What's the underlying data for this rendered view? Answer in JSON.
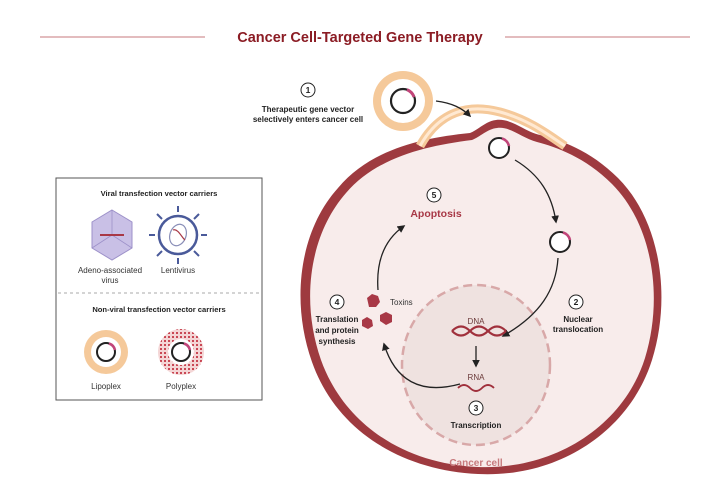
{
  "title": "Cancer Cell-Targeted Gene Therapy",
  "steps": [
    {
      "number": "1",
      "lines": [
        "Therapeutic gene vector",
        "selectively enters cancer cell"
      ]
    },
    {
      "number": "2",
      "lines": [
        "Nuclear",
        "translocation"
      ]
    },
    {
      "number": "3",
      "lines": [
        "Transcription"
      ]
    },
    {
      "number": "4",
      "lines": [
        "Translation",
        "and protein",
        "synthesis"
      ]
    },
    {
      "number": "5",
      "lines": []
    }
  ],
  "labels": {
    "apoptosis": "Apoptosis",
    "toxins": "Toxins",
    "dna": "DNA",
    "rna": "RNA",
    "cancer_cell": "Cancer cell"
  },
  "legend": {
    "viral_heading": "Viral transfection vector carriers",
    "aav_lines": [
      "Adeno-associated",
      "virus"
    ],
    "lentivirus": "Lentivirus",
    "nonviral_heading": "Non-viral transfection vector carriers",
    "lipoplex": "Lipoplex",
    "polyplex": "Polyplex"
  },
  "colors": {
    "title": "#8b1c24",
    "cell_membrane": "#9e3a3f",
    "cytoplasm": "#f8eceb",
    "nucleus": "#efe2e0",
    "vector_ring": "#f5c99a",
    "plasmid_accent": "#c2457a",
    "toxin": "#a83846",
    "aav": "#b3a7d6",
    "lentivirus": "#4a5a9a"
  }
}
